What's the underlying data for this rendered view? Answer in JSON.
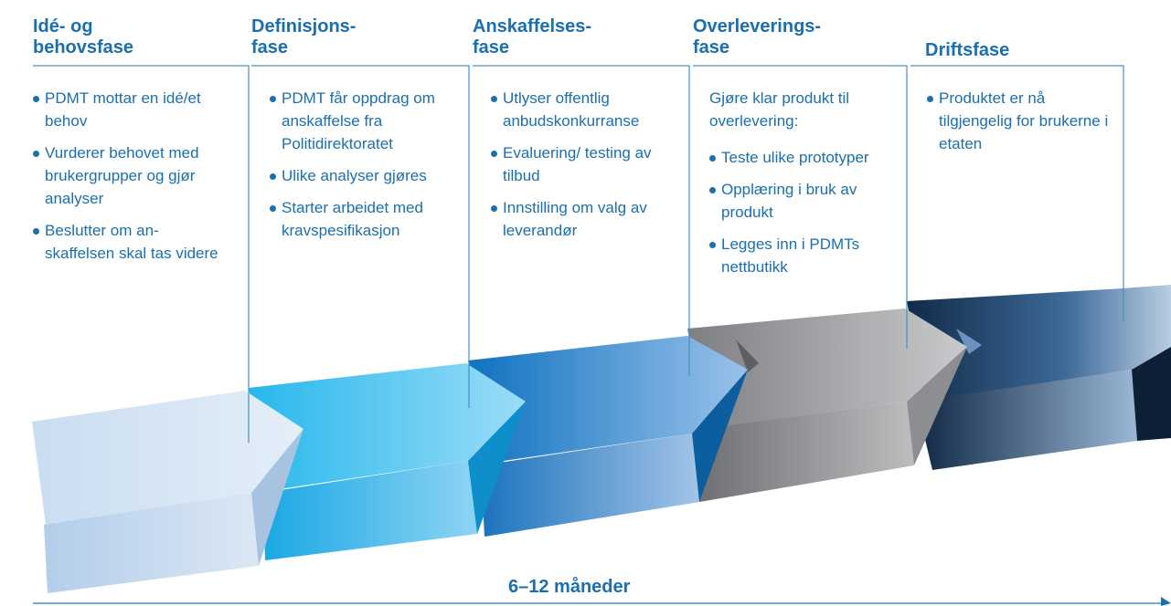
{
  "phases": [
    {
      "title": "Idé- og\nbehovsfase",
      "points": [
        "PDMT mottar en idé/et behov",
        "Vurderer behovet med brukergrupper og gjør analyser",
        "Beslutter om an-skaffelsen skal tas videre"
      ]
    },
    {
      "title": "Definisjons-\nfase",
      "points": [
        "PDMT får oppdrag om anskaffelse fra Politidirektoratet",
        "Ulike analyser gjøres",
        "Starter arbeidet med kravspesifikasjon"
      ]
    },
    {
      "title": "Anskaffelses-\nfase",
      "points": [
        "Utlyser offentlig anbudskonkurranse",
        "Evaluering/ testing av tilbud",
        "Innstilling om valg av leverandør"
      ]
    },
    {
      "title": "Overleverings-\nfase",
      "intro": "Gjøre klar produkt til overlevering:",
      "points": [
        "Teste ulike prototyper",
        "Opplæring i bruk av produkt",
        "Legges inn i PDMTs nettbutikk"
      ]
    },
    {
      "title": "Driftsfase",
      "points": [
        "Produktet er nå tilgjengelig for brukerne i etaten"
      ]
    }
  ],
  "timeline": {
    "label": "6–12 måneder"
  },
  "colors": {
    "accent": "#1a6fae",
    "line": "#4a8fc4"
  }
}
